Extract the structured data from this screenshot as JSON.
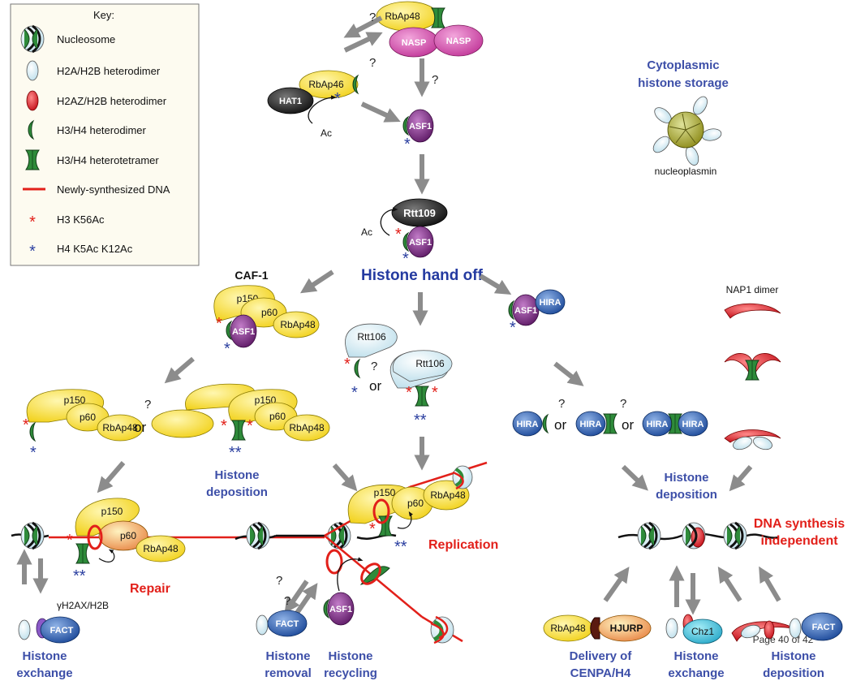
{
  "key": {
    "title": "Key:",
    "items": [
      {
        "icon": "nucleosome-icon",
        "label": "Nucleosome"
      },
      {
        "icon": "h2a-h2b-heterodimer-icon",
        "label": "H2A/H2B heterodimer"
      },
      {
        "icon": "h2az-h2b-heterodimer-icon",
        "label": "H2AZ/H2B heterodimer"
      },
      {
        "icon": "h3-h4-heterodimer-icon",
        "label": "H3/H4 heterodimer"
      },
      {
        "icon": "h3-h4-heterotetramer-icon",
        "label": "H3/H4 heterotetramer"
      },
      {
        "icon": "newly-synthesized-dna-icon",
        "label": "Newly-synthesized DNA"
      },
      {
        "icon": "red-asterisk-icon",
        "label": "H3 K56Ac"
      },
      {
        "icon": "blue-asterisk-icon",
        "label": "H4 K5Ac K12Ac"
      }
    ]
  },
  "proteins": {
    "rbap48": "RbAp48",
    "rbap46": "RbAp46",
    "nasp": "NASP",
    "hat1": "HAT1",
    "asf1": "ASF1",
    "rtt109": "Rtt109",
    "rtt106": "Rtt106",
    "caf1": "CAF-1",
    "p150": "p150",
    "p60": "p60",
    "hira": "HIRA",
    "fact": "FACT",
    "hjurp": "HJURP",
    "chz1": "Chz1",
    "nap1": "NAP1 dimer",
    "nucleoplasmin": "nucleoplasmin",
    "gh2ax": "γH2AX/H2B"
  },
  "symbols": {
    "q": "?",
    "or": "or",
    "ac": "Ac",
    "star": "*",
    "stars": "**"
  },
  "headings": {
    "storage_l1": "Cytoplasmic",
    "storage_l2": "histone storage",
    "handoff": "Histone hand off",
    "deposition_l1": "Histone",
    "deposition_l2": "deposition",
    "repair": "Repair",
    "replication": "Replication",
    "dsi_l1": "DNA synthesis",
    "dsi_l2": "independent",
    "hist": "Histone",
    "exchange": "exchange",
    "removal": "removal",
    "recycling": "recycling",
    "delivery_l1": "Delivery of",
    "delivery_l2": "CENPA/H4",
    "page": "Page 40 of 42"
  },
  "colors": {
    "green": "#2e8b3a",
    "yellow": "#f4e14a",
    "purple": "#7a2a82",
    "blue_hira": "#2f62b0",
    "magenta": "#d45ab0",
    "label_blue": "#3d4fa8",
    "label_red": "#e2201a",
    "dna_red": "#e2201a",
    "arrow_gray": "#8c8c8c"
  }
}
